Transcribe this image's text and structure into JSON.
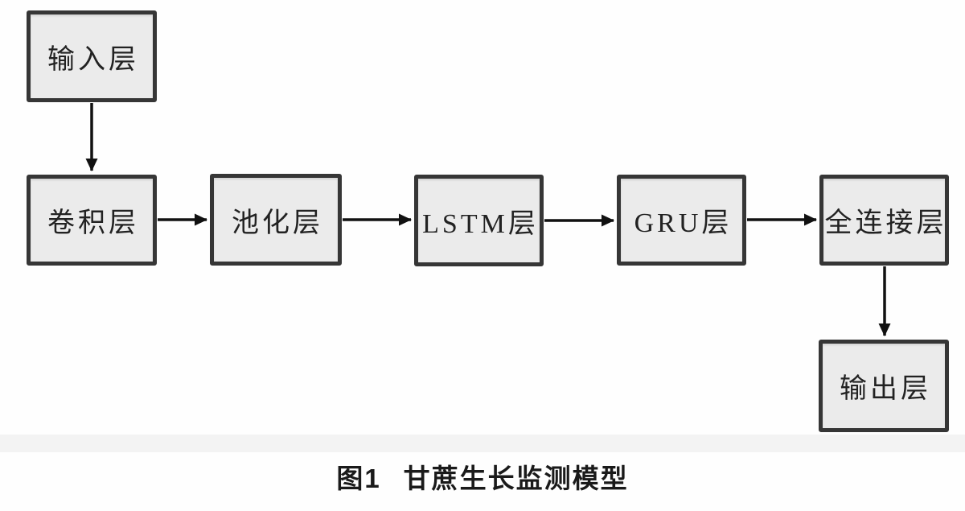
{
  "diagram": {
    "type": "flowchart",
    "nodes": [
      {
        "id": "input-layer",
        "label": "输入层"
      },
      {
        "id": "conv-layer",
        "label": "卷积层"
      },
      {
        "id": "pooling-layer",
        "label": "池化层"
      },
      {
        "id": "lstm-layer",
        "label": "LSTM层"
      },
      {
        "id": "gru-layer",
        "label": "GRU层"
      },
      {
        "id": "fc-layer",
        "label": "全连接层"
      },
      {
        "id": "output-layer",
        "label": "输出层"
      }
    ],
    "edges": [
      {
        "from": "input-layer",
        "to": "conv-layer",
        "direction": "down"
      },
      {
        "from": "conv-layer",
        "to": "pooling-layer",
        "direction": "right"
      },
      {
        "from": "pooling-layer",
        "to": "lstm-layer",
        "direction": "right"
      },
      {
        "from": "lstm-layer",
        "to": "gru-layer",
        "direction": "right"
      },
      {
        "from": "gru-layer",
        "to": "fc-layer",
        "direction": "right"
      },
      {
        "from": "fc-layer",
        "to": "output-layer",
        "direction": "down"
      }
    ],
    "caption": {
      "number": "图1",
      "title": "甘蔗生长监测模型"
    }
  },
  "colors": {
    "background": "#fefefe",
    "box_fill": "#ebebeb",
    "box_border": "#363636",
    "arrow": "#111111",
    "label_text": "#222222",
    "caption_text": "#1a1a1a"
  }
}
